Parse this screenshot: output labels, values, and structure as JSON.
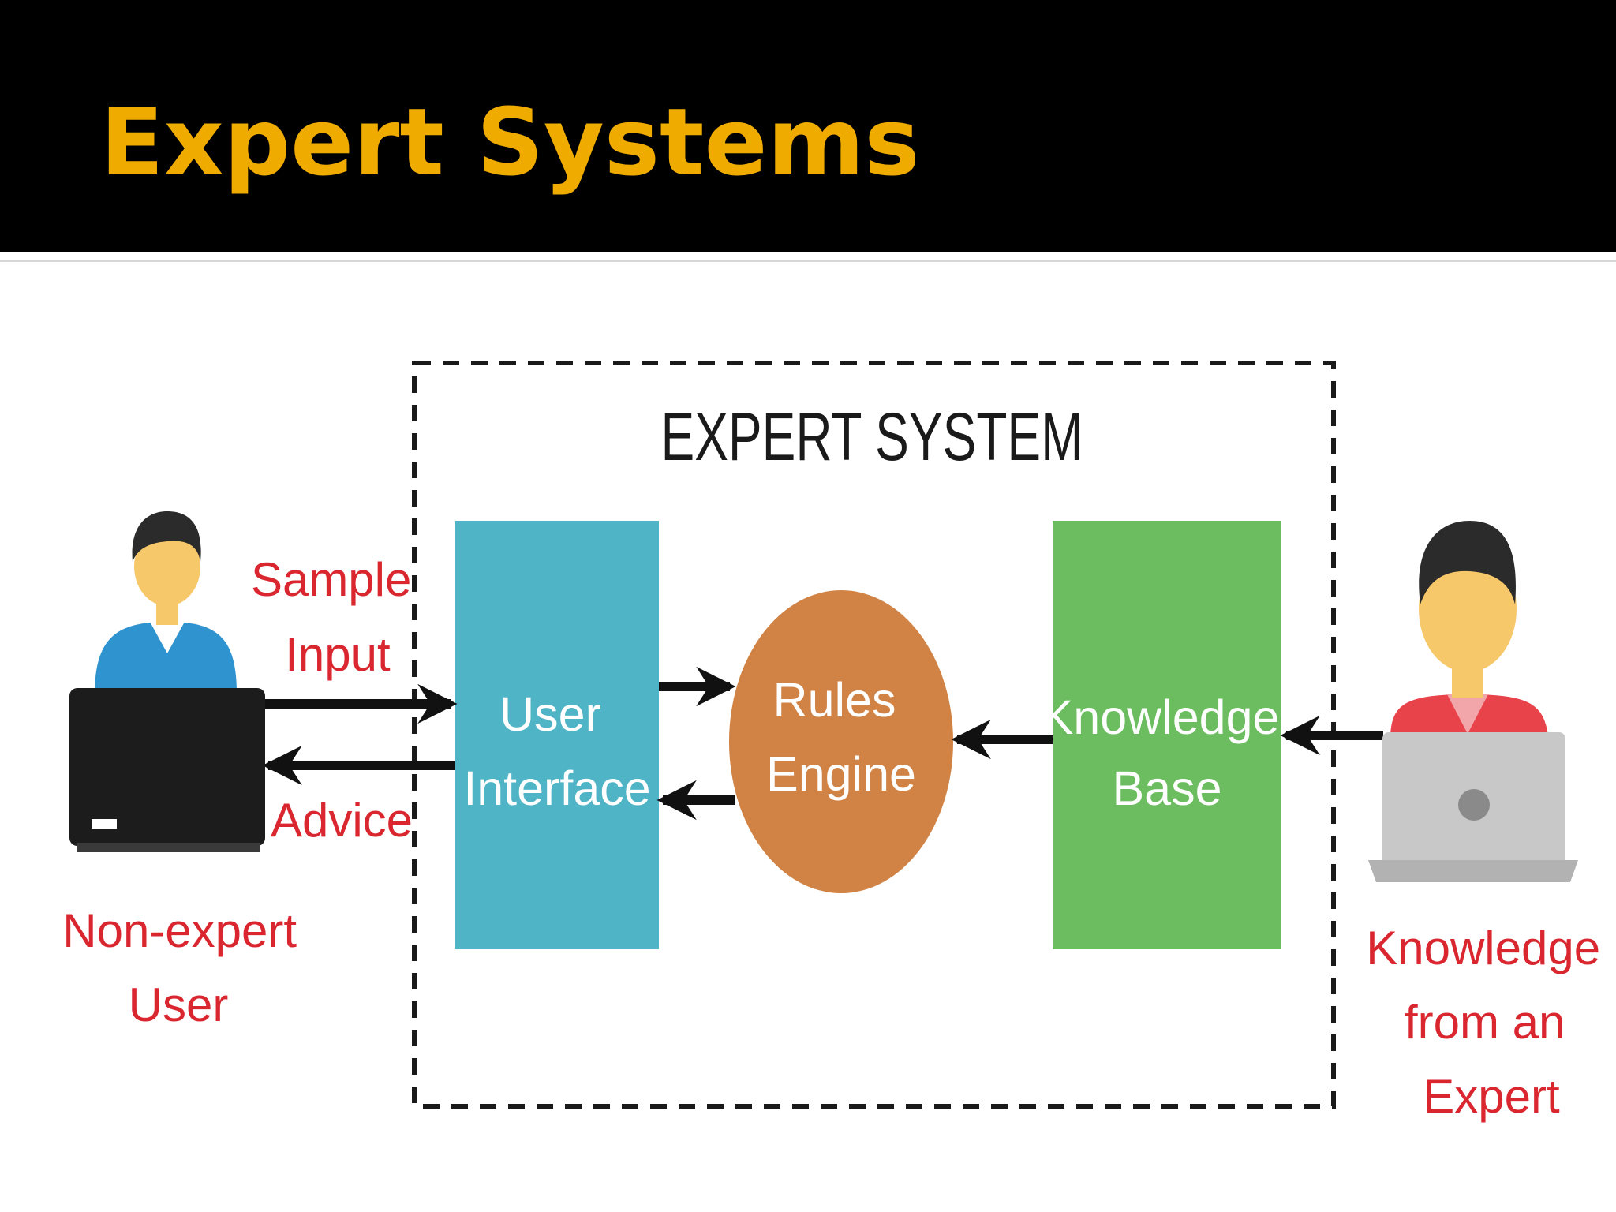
{
  "slide": {
    "title": "Expert Systems"
  },
  "diagram": {
    "system_title": "EXPERT SYSTEM",
    "user_interface": [
      "User",
      "Interface"
    ],
    "rules_engine": [
      "Rules",
      "Engine"
    ],
    "knowledge_base": [
      "Knowledge",
      "Base"
    ],
    "sample_input": [
      "Sample",
      "Input"
    ],
    "advice": "Advice",
    "non_expert_user": [
      "Non-expert",
      "User"
    ],
    "expert_knowledge": [
      "Knowledge",
      "from an",
      "Expert"
    ]
  },
  "colors": {
    "title": "#f0ab00",
    "label_red": "#d9262f",
    "user_interface_box": "#4fb4c6",
    "rules_engine_circle": "#d08345",
    "knowledge_base_box": "#6cbd5f",
    "arrow": "#111111",
    "non_expert_shirt": "#2f93cf",
    "expert_shirt": "#e8434b",
    "skin": "#f7c86a",
    "hair": "#2b2b2b"
  },
  "icons": [
    "non-expert-user-icon",
    "expert-icon",
    "black-laptop-icon",
    "gray-laptop-icon"
  ]
}
